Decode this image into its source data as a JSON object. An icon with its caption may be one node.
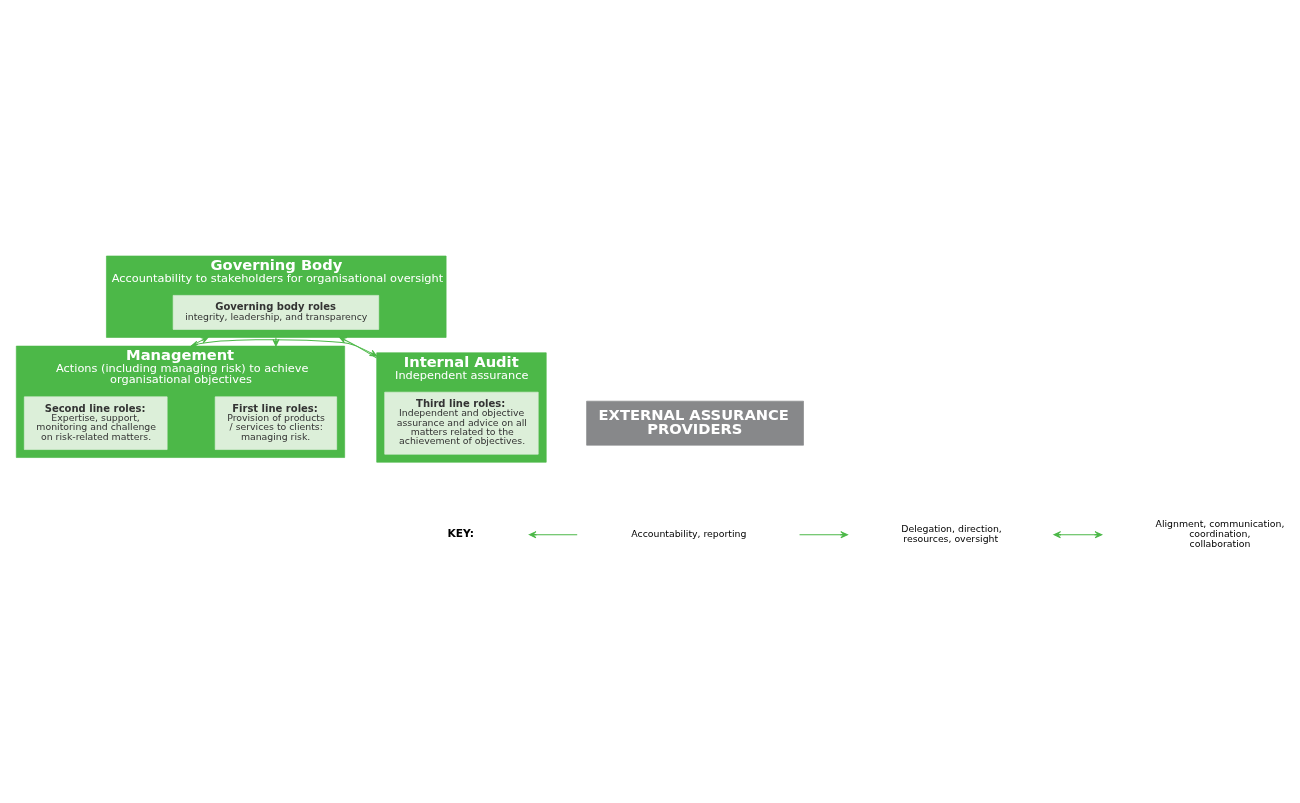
{
  "diagram": {
    "nodes": [
      {
        "text": [
          "Governing Body",
          "Accountability to stakeholders for organisational oversight"
        ]
      },
      {
        "text": [
          "Governing body roles",
          "integrity, leadership, and transparency"
        ],
        "in": 0
      },
      {
        "text": [
          "Management",
          "Actions (including managing risk) to achieve organisational objectives"
        ]
      },
      {
        "text": [
          "First line roles:",
          "Provision of products / services to clients: managing risk."
        ],
        "in": 2
      },
      {
        "text": [
          "Second line roles:",
          "Expertise, support, monitoring and challenge on risk-related matters."
        ],
        "in": 2
      },
      {
        "text": [
          "Internal Audit",
          "Independent assurance"
        ]
      },
      {
        "text": [
          "Third line roles:",
          "Independent and objective assurance and advice on all matters related to the achievement of objectives."
        ],
        "in": 5
      },
      {
        "text": [
          "EXTERNAL ASSURANCE PROVIDERS"
        ]
      }
    ],
    "edges": [
      {
        "from": 0,
        "to": 2,
        "arrow": "to"
      },
      {
        "from": 2,
        "to": 0,
        "arrow": "to"
      },
      {
        "from": 5,
        "to": 0,
        "arrow": "to"
      },
      {
        "from": 2,
        "to": 5,
        "arrow": "both"
      }
    ],
    "labels": [
      "KEY:"
    ],
    "legend": [
      {
        "text": "Accountability, reporting"
      },
      {
        "text": "Delegation, direction, resources, oversight"
      },
      {
        "text": "Alignment, communication, coordination, collaboration"
      }
    ]
  }
}
